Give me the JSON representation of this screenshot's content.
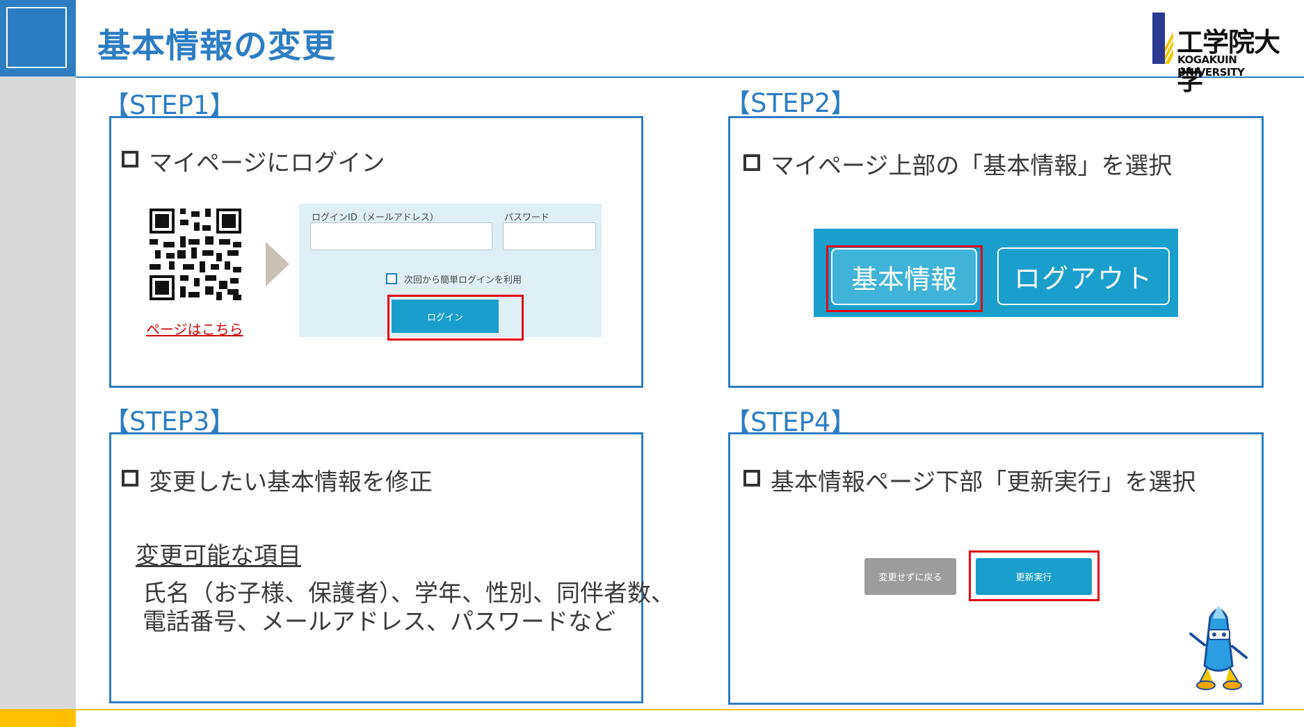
{
  "title": "基本情報の変更",
  "logo": {
    "jp": "工学院大学",
    "en": "KOGAKUIN UNIVERSITY"
  },
  "steps": [
    {
      "label": "【STEP1】",
      "instruction": "マイページにログイン",
      "qr_link": "ページはこちら",
      "login": {
        "id_label": "ログインID（メールアドレス）",
        "password_label": "パスワード",
        "remember_label": "次回から簡単ログインを利用",
        "login_button": "ログイン"
      }
    },
    {
      "label": "【STEP2】",
      "instruction": "マイページ上部の「基本情報」を選択",
      "nav": {
        "basic_info": "基本情報",
        "logout": "ログアウト"
      }
    },
    {
      "label": "【STEP3】",
      "instruction": "変更したい基本情報を修正",
      "editable_heading": "変更可能な項目",
      "editable_line1": "氏名（お子様、保護者）、学年、性別、同伴者数、",
      "editable_line2": "電話番号、メールアドレス、パスワードなど"
    },
    {
      "label": "【STEP4】",
      "instruction": "基本情報ページ下部「更新実行」を選択",
      "buttons": {
        "back": "変更せずに戻る",
        "update": "更新実行"
      }
    }
  ],
  "colors": {
    "accent": "#2d7dc3",
    "button": "#1a9fcc",
    "highlight": "#e60012",
    "sidebar": "#d9d9d9",
    "footer": "#ffc000"
  }
}
